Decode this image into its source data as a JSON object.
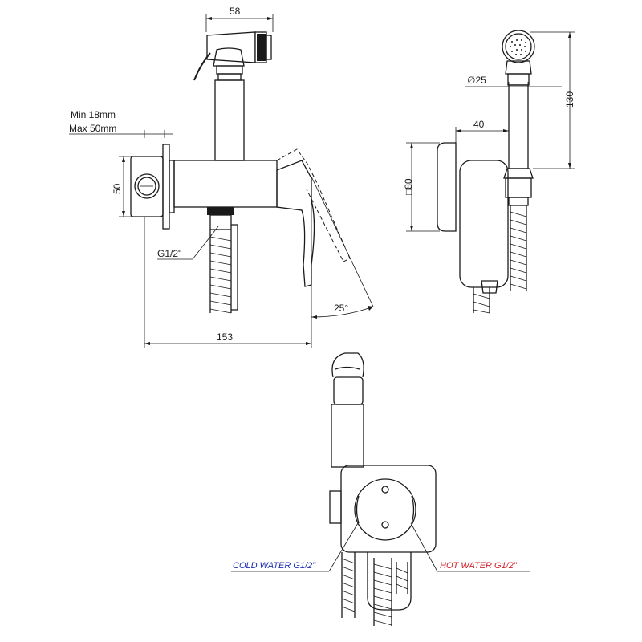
{
  "dimensions": {
    "top_width": "58",
    "min_wall": "Min 18mm",
    "max_wall": "Max 50mm",
    "plate_height": "50",
    "thread": "G1/2\"",
    "angle": "25°",
    "total_length": "153",
    "head_diameter": "∅25",
    "side_height": "130",
    "side_offset": "40",
    "side_square": "□80"
  },
  "labels": {
    "cold_water": "COLD WATER G1/2\"",
    "hot_water": "HOT WATER G1/2\""
  },
  "colors": {
    "line": "#1a1a1a",
    "cold": "#1f2fb4",
    "hot": "#d0212a"
  }
}
